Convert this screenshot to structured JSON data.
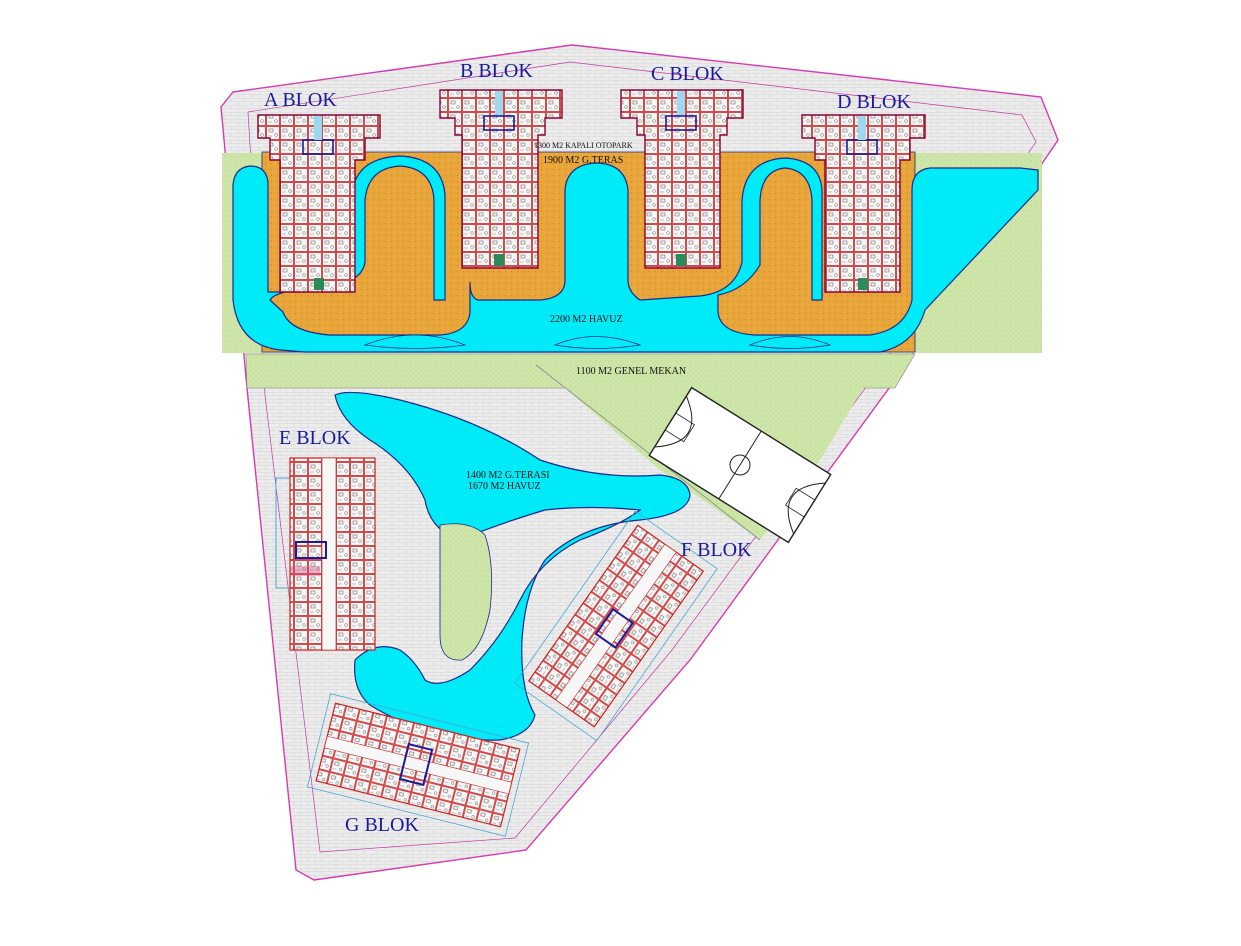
{
  "colors": {
    "site_outline": "#d63bb0",
    "paving": "#ececec",
    "pool": "#00eaf7",
    "pool_edge": "#1a2a8a",
    "terrace": "#e8a63a",
    "grass": "#cde5a8",
    "building_fill": "#f7f7f7",
    "building_red": "#cc1f1f",
    "label_blue": "#1a1a9a"
  },
  "blocks": {
    "a": "A BLOK",
    "b": "B BLOK",
    "c": "C BLOK",
    "d": "D BLOK",
    "e": "E BLOK",
    "f": "F BLOK",
    "g": "G BLOK"
  },
  "areas": {
    "parking": "1300 M2 KAPALI OTOPARK",
    "terrace_top": "1900 M2 G.TERAS",
    "pool_top": "2200 M2 HAVUZ",
    "common": "1100 M2 GENEL MEKAN",
    "terrace_bottom": "1400 M2 G.TERASI",
    "pool_bottom": "1670 M2 HAVUZ"
  },
  "icons": {
    "court": "basketball-court-icon"
  }
}
